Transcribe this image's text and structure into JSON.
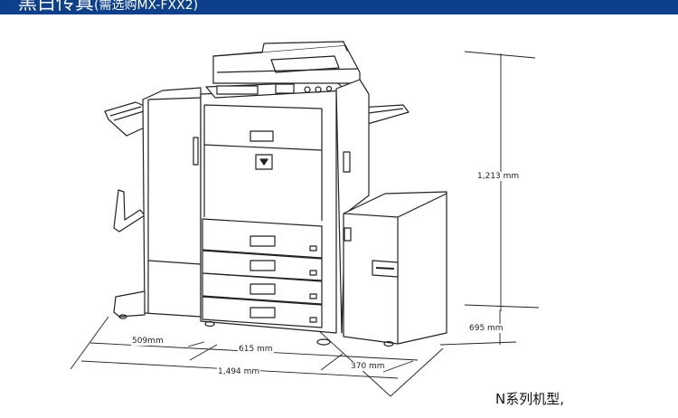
{
  "header": {
    "title": "黑白传真",
    "subtitle": "(需选购MX-FXX2)",
    "background_color": "#0d3f8a",
    "text_color": "#ffffff"
  },
  "dimensions": {
    "height": "1,213 mm",
    "depth": "695 mm",
    "width_finisher": "509mm",
    "width_main": "615 mm",
    "width_cabinet": "370 mm",
    "width_total": "1,494 mm"
  },
  "footnote": "N系列机型,"
}
